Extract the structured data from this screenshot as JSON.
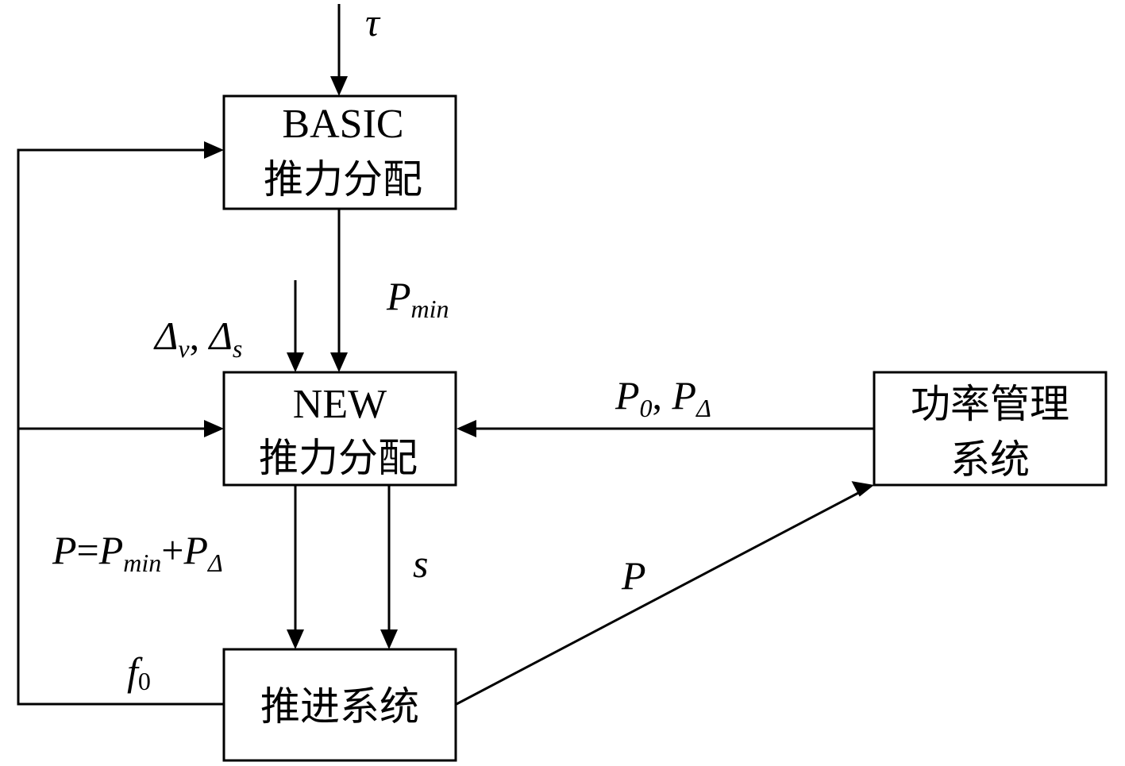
{
  "nodes": {
    "basic": {
      "line1": "BASIC",
      "line2": "推力分配"
    },
    "new": {
      "line1": "NEW",
      "line2": "推力分配"
    },
    "propulsion": {
      "label": "推进系统"
    },
    "power": {
      "line1": "功率管理",
      "line2": "系统"
    }
  },
  "labels": {
    "tau": "τ",
    "pmin": {
      "base": "P",
      "sub": "min"
    },
    "deltas": {
      "a": "Δ",
      "a_sub": "v",
      "sep": ", ",
      "b": "Δ",
      "b_sub": "s"
    },
    "p0pdelta": {
      "a": "P",
      "a_sub": "0",
      "sep": ", ",
      "b": "P",
      "b_sub": "Δ"
    },
    "p_eq": {
      "p": "P",
      "eq": "=",
      "pmin": "P",
      "pmin_sub": "min",
      "plus": "+",
      "pd": "P",
      "pd_sub": "Δ"
    },
    "s": "s",
    "p": "P",
    "f0": {
      "base": "f",
      "sub": "0"
    }
  }
}
